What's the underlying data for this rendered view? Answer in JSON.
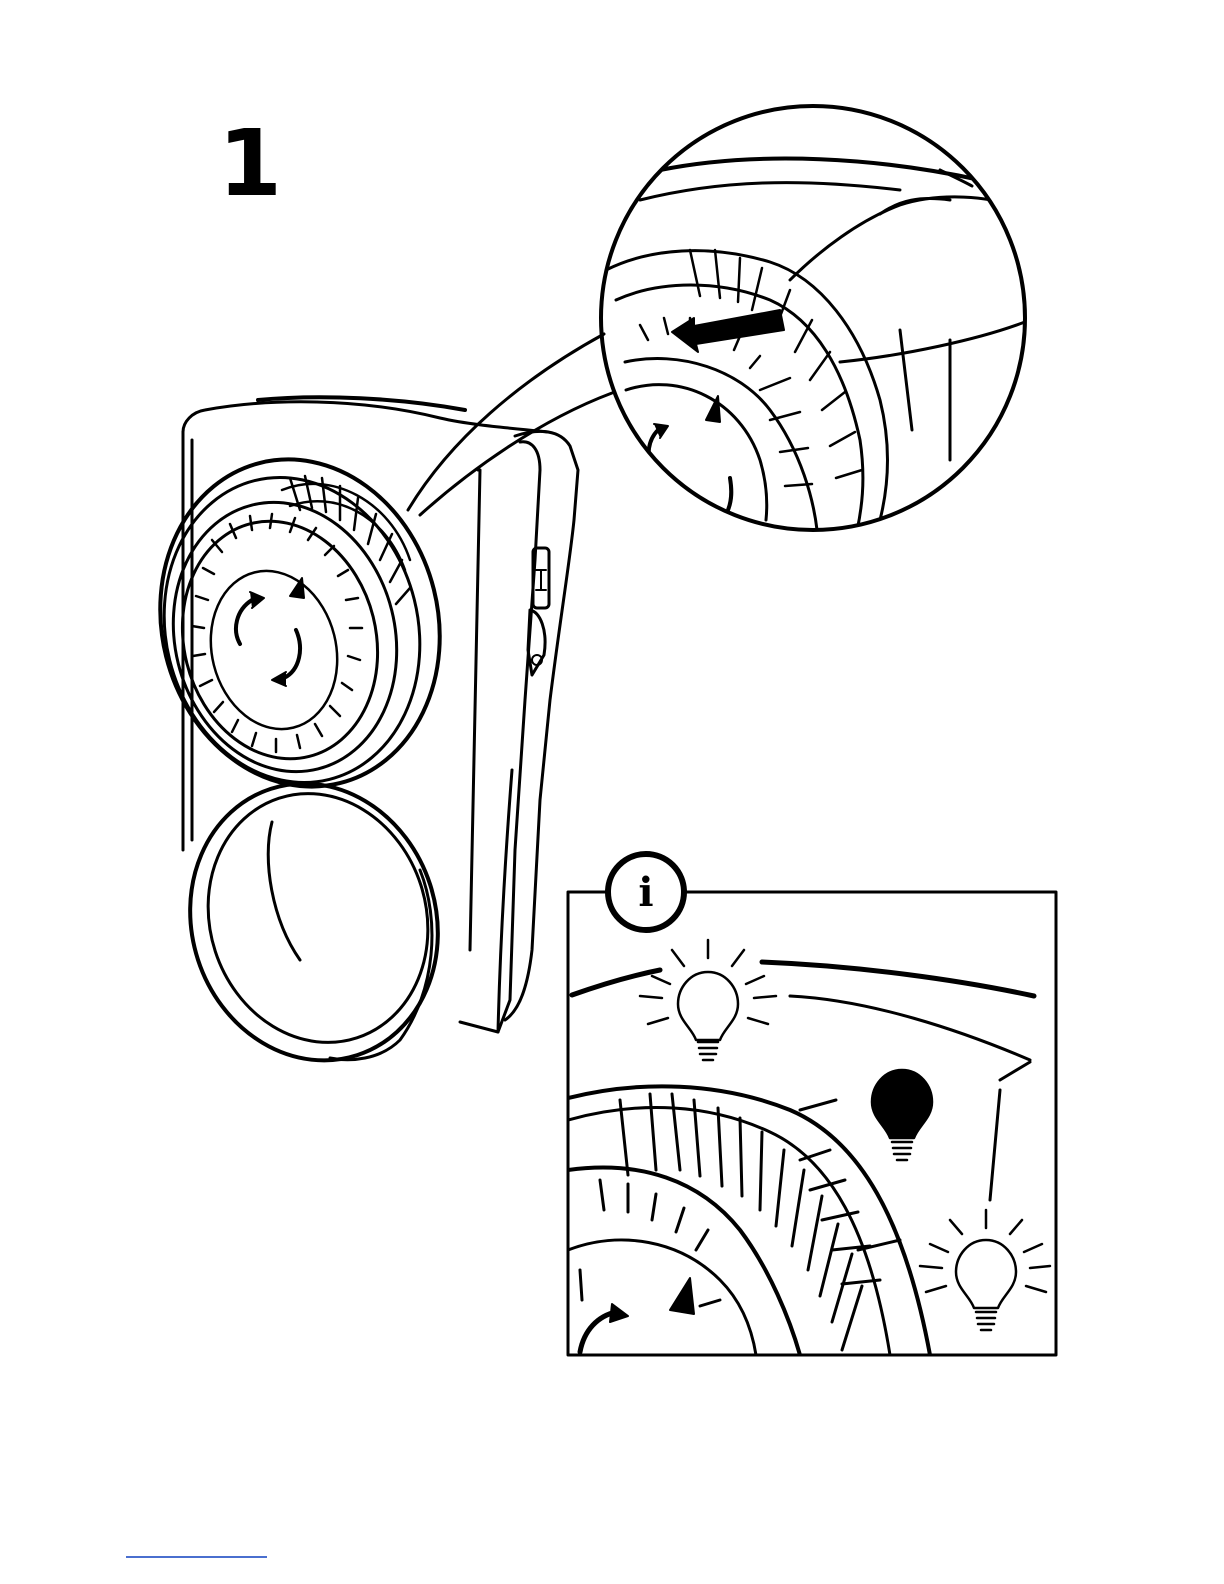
{
  "step": {
    "number": "1"
  },
  "info_box": {
    "icon_label": "i",
    "icon": "info-icon"
  },
  "illustration": {
    "device": "timer-icon",
    "magnifier": "zoom-detail",
    "arrow": "arrow-left-icon",
    "bulbs": [
      "bulb-on-icon",
      "bulb-off-icon",
      "bulb-on-icon"
    ]
  },
  "colors": {
    "ink": "#000000",
    "paper": "#ffffff",
    "footer_rule": "#4a6fcf"
  }
}
